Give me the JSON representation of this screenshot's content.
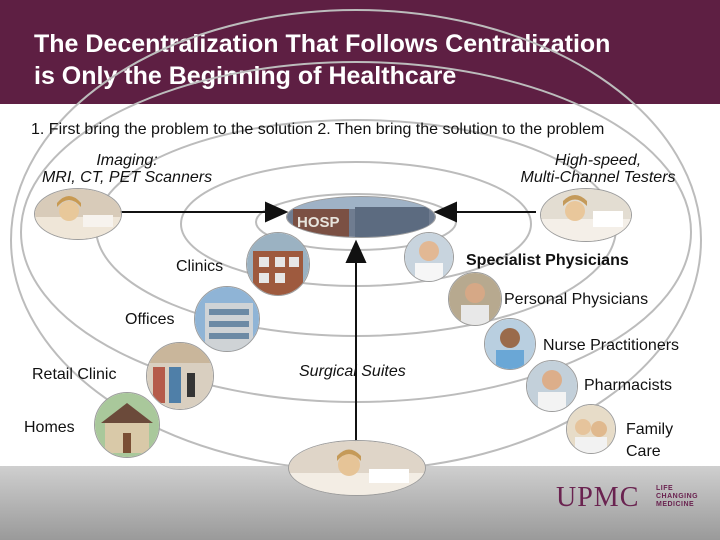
{
  "slide": {
    "title": "The Decentralization That Follows Centralization\nis Only the Beginning of Healthcare",
    "subtitle": "1. First bring the problem to the solution   2. Then bring the solution to the problem"
  },
  "labels": {
    "imaging": "Imaging:\nMRI, CT, PET Scanners",
    "testers": "High-speed,\nMulti-Channel Testers",
    "clinics": "Clinics",
    "specialists": "Specialist Physicians",
    "personal": "Personal Physicians",
    "offices": "Offices",
    "nurse": "Nurse Practitioners",
    "retail": "Retail Clinic",
    "surgical": "Surgical Suites",
    "pharmacists": "Pharmacists",
    "homes": "Homes",
    "family": "Family\nCare"
  },
  "images": {
    "hospital": "hospital-photo",
    "imaging": "patient-scanner-photo",
    "testers": "patient-tester-photo",
    "clinics": "clinic-building-photo",
    "specialists": "specialist-doctor-photo",
    "personal": "personal-physician-photo",
    "offices": "office-building-photo",
    "nurse": "nurse-photo",
    "retail": "retail-clinic-photo",
    "pharmacists": "pharmacist-photo",
    "homes": "home-photo",
    "family": "family-photo",
    "surgical": "surgery-photo"
  },
  "logo": {
    "word": "UPMC",
    "tagline": "LIFE\nCHANGING\nMEDICINE"
  },
  "colors": {
    "header": "#5e1f43",
    "brand": "#6a2350",
    "ring": "#bcbcbc",
    "arrow": "#111111"
  }
}
